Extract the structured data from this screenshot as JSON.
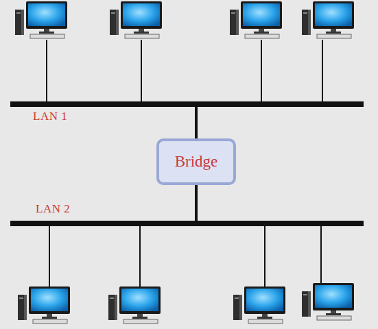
{
  "diagram": {
    "nodes": [
      {
        "text": [
          "LAN 1"
        ]
      },
      {
        "text": [
          "Bridge"
        ]
      },
      {
        "text": [
          "LAN 2"
        ]
      }
    ],
    "edges": [
      {
        "from": 0,
        "to": 1,
        "arrow": "none"
      },
      {
        "from": 1,
        "to": 2,
        "arrow": "none"
      }
    ]
  }
}
